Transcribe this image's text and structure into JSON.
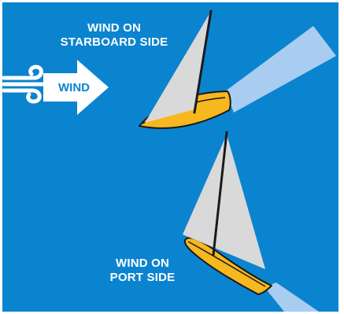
{
  "wind_label": "WIND",
  "starboard": {
    "line1": "WIND ON",
    "line2": "STARBOARD SIDE"
  },
  "port": {
    "line1": "WIND ON",
    "line2": "PORT SIDE"
  },
  "colors": {
    "background": "#0b84cf",
    "hull": "#f6b81e",
    "hull_outline": "#1a1a1a",
    "sail": "#d9d9d9",
    "wake": "#a9cdf1",
    "arrow": "#ffffff"
  },
  "icons": [
    "wind-gust-icon",
    "wind-direction-arrow"
  ]
}
